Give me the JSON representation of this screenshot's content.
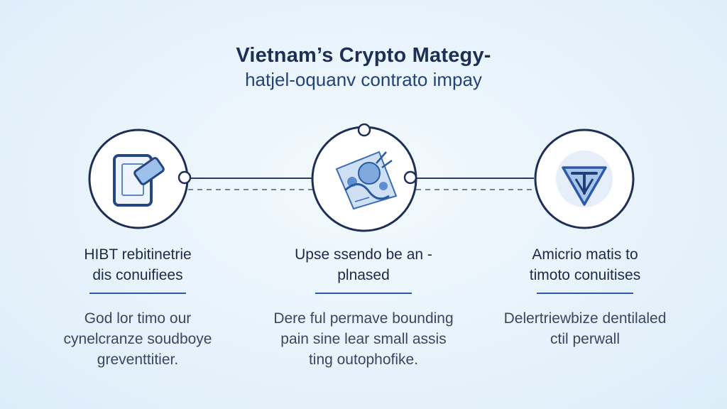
{
  "title": "Vietnam’s Crypto Mategy-",
  "subtitle": "hatjel-oquanv contrato impay",
  "colors": {
    "navy": "#1d2f55",
    "accent": "#2d5aa8",
    "icon_fill": "#7fa9dc"
  },
  "steps": [
    {
      "icon": "document-card-icon",
      "heading_lines": [
        "HIBT rebitinetrie",
        "dis conuifiees"
      ],
      "desc_lines": [
        "God lor timo our",
        "cynelcranze soudboye",
        "greventtitier."
      ]
    },
    {
      "icon": "network-map-icon",
      "heading_lines": [
        "Upse ssendo be an -",
        "plnased"
      ],
      "desc_lines": [
        "Dere ful permave bounding",
        "pain sine lear small assis",
        "ting outophofike."
      ]
    },
    {
      "icon": "shield-emblem-icon",
      "heading_lines": [
        "Amicrio matis to",
        "timoto conuitises"
      ],
      "desc_lines": [
        "Delertriewbize dentilaled",
        "ctil perwall"
      ]
    }
  ]
}
